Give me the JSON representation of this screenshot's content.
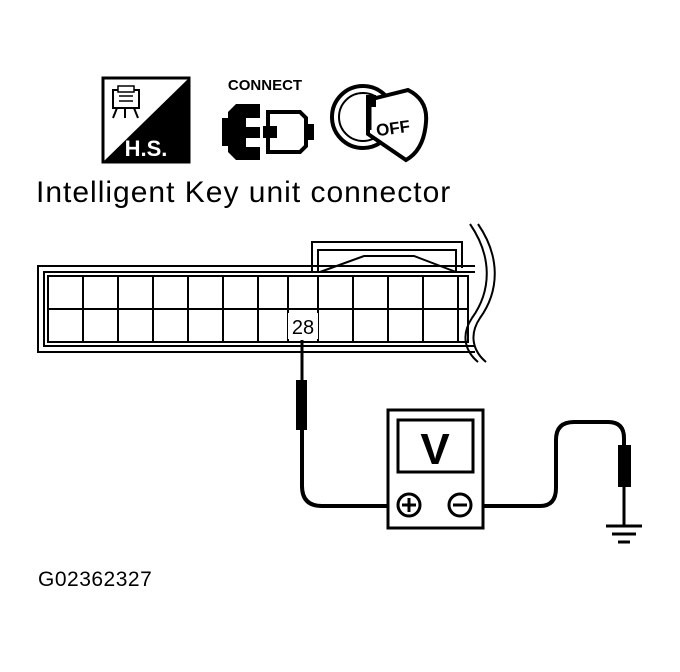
{
  "icons": {
    "hs_label": "H.S.",
    "connect_label": "CONNECT",
    "off_label": "OFF"
  },
  "title": "Intelligent Key unit connector",
  "terminal": "28",
  "meter_label": "V",
  "figure_code": "G02362327"
}
